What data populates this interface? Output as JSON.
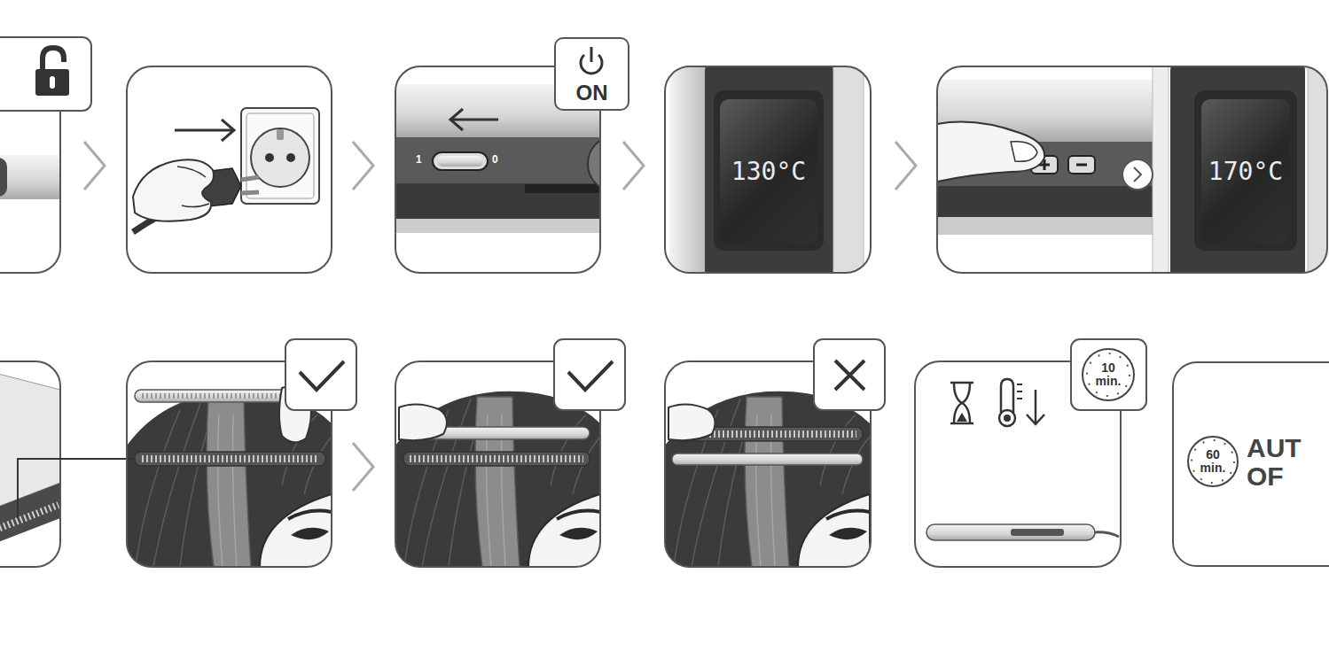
{
  "diagram": {
    "nodes": [
      {
        "text": [
          "ON"
        ]
      },
      {
        "text": [
          "130°C"
        ]
      },
      {
        "text": [
          "170°C"
        ]
      },
      {
        "text": [
          "10 min."
        ]
      },
      {
        "text": [
          "AUT OF"
        ]
      },
      {
        "text": [
          "60 min."
        ],
        "in": 4
      }
    ],
    "labels": [
      "1",
      "0"
    ]
  }
}
